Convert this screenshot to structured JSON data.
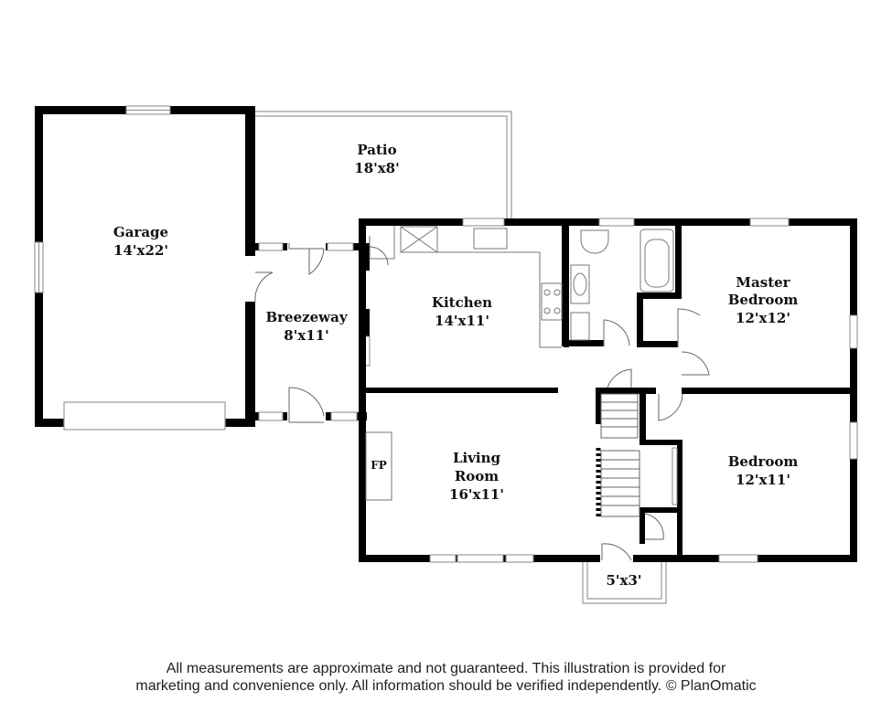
{
  "rooms": {
    "garage": {
      "name": "Garage",
      "size": "14'x22'"
    },
    "patio": {
      "name": "Patio",
      "size": "18'x8'"
    },
    "breezeway": {
      "name": "Breezeway",
      "size": "8'x11'"
    },
    "kitchen": {
      "name": "Kitchen",
      "size": "14'x11'"
    },
    "master_bedroom": {
      "name_line1": "Master",
      "name_line2": "Bedroom",
      "size": "12'x12'"
    },
    "living_room": {
      "name_line1": "Living",
      "name_line2": "Room",
      "size": "16'x11'"
    },
    "bedroom": {
      "name": "Bedroom",
      "size": "12'x11'"
    },
    "entry": {
      "size": "5'x3'"
    }
  },
  "fireplace": {
    "label": "FP"
  },
  "disclaimer": {
    "line1": "All measurements are approximate and not guaranteed. This illustration is provided for",
    "line2": "marketing and convenience only. All information should be verified independently. © PlanOmatic"
  }
}
